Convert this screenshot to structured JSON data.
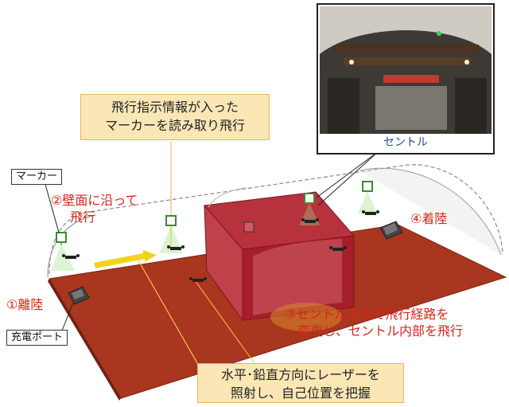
{
  "callouts": {
    "top_line1": "飛行指示情報が入った",
    "top_line2": "マーカーを読み取り飛行",
    "bottom_line1": "水平･鉛直方向にレーザーを",
    "bottom_line2": "照射し、自己位置を把握"
  },
  "labels": {
    "marker": "マーカー",
    "charging_port": "充電ポート"
  },
  "steps": {
    "takeoff": "①離陸",
    "wall_line1": "②壁面に沿って",
    "wall_line2": "飛行",
    "central_line1": "③セントル手前で飛行経路を",
    "central_line2": "変更し、セントル内部を飛行",
    "landing": "④着陸"
  },
  "photo": {
    "caption": "セントル"
  },
  "colors": {
    "floor": "#a9361f",
    "central_form": "#a51f2b",
    "callout_fill": "#fbe7b6",
    "step_text": "#d3261b",
    "caption_text": "#1f4e9a"
  }
}
